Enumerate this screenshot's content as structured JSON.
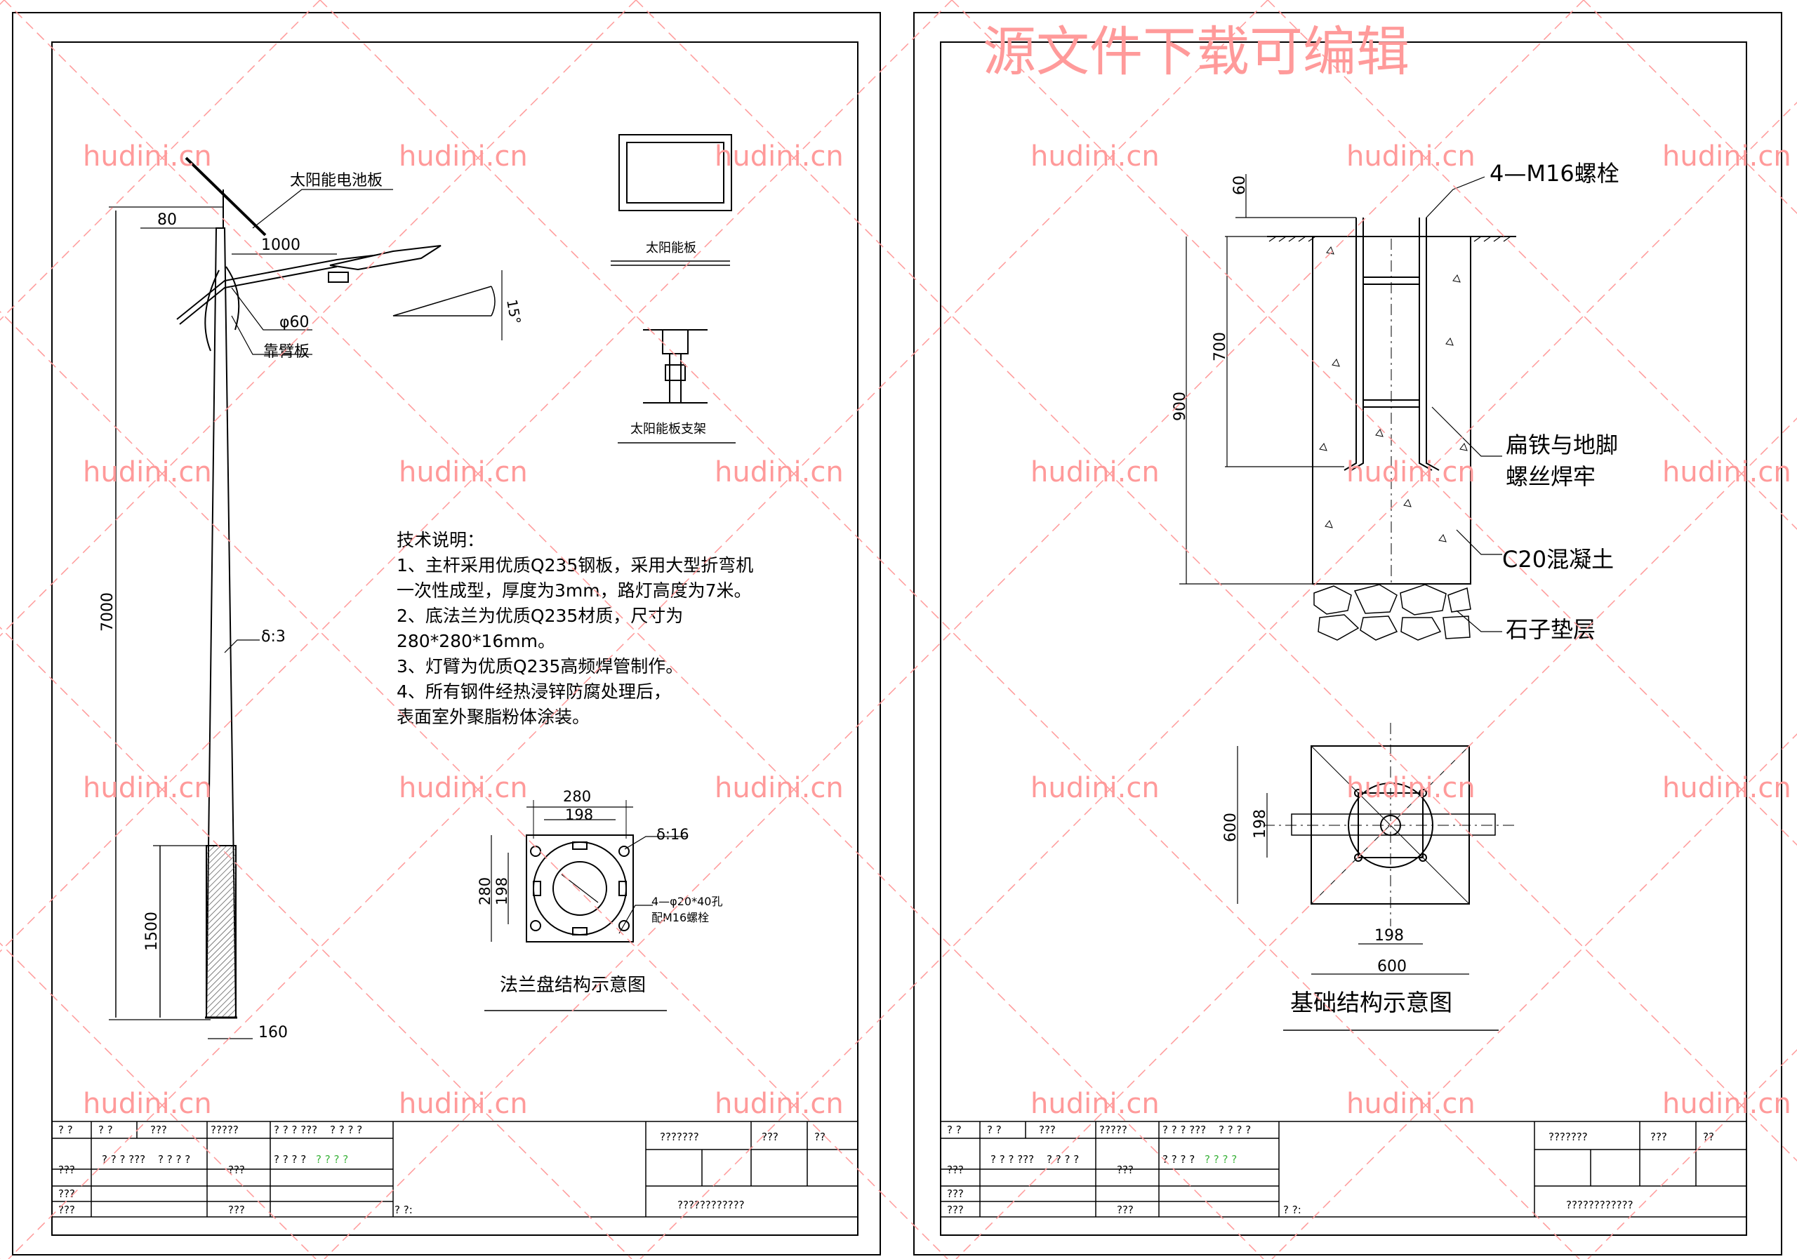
{
  "banner": "源文件下载可编辑",
  "watermark": "hudini.cn",
  "colors": {
    "watermark": "#ff9a9a",
    "line": "#000000",
    "hatch": "#555555",
    "tb_green": "#3bb33b"
  },
  "left_sheet": {
    "labels": {
      "solar_panel": "太阳能电池板",
      "dim_80": "80",
      "dim_1000": "1000",
      "dim_phi60": "φ60",
      "back_plate": "靠臂板",
      "dim_7000": "7000",
      "dim_delta3": "δ:3",
      "dim_1500": "1500",
      "dim_160": "160",
      "angle_15": "15°",
      "panel_caption": "太阳能板",
      "bracket_caption": "太阳能板支架"
    },
    "notes": [
      "技术说明：",
      "1、主杆采用优质Q235钢板，采用大型折弯机",
      "一次性成型，厚度为3mm，路灯高度为7米。",
      "2、底法兰为优质Q235材质，尺寸为",
      "280*280*16mm。",
      "3、灯臂为优质Q235高频焊管制作。",
      "4、所有钢件经热浸锌防腐处理后，",
      "表面室外聚脂粉体涂装。"
    ],
    "flange": {
      "dim_280_top": "280",
      "dim_198_top": "198",
      "dim_280_side": "280",
      "dim_198_side": "198",
      "dim_delta16": "δ:16",
      "hole_note_1": "4—φ20*40孔",
      "hole_note_2": "配M16螺栓",
      "caption": "法兰盘结构示意图"
    }
  },
  "right_sheet": {
    "labels": {
      "bolts": "4—M16螺栓",
      "dim_60": "60",
      "dim_700": "700",
      "dim_900": "900",
      "weld_1": "扁铁与地脚",
      "weld_2": "螺丝焊牢",
      "concrete": "C20混凝土",
      "gravel": "石子垫层"
    },
    "plan": {
      "dim_600_side": "600",
      "dim_198_side": "198",
      "dim_198_bottom": "198",
      "dim_600_bottom": "600",
      "caption": "基础结构示意图"
    }
  },
  "title_block": {
    "r1": [
      "? ?",
      "? ?",
      "???",
      "?????",
      "? ? ? ???",
      "? ? ? ?"
    ],
    "r1_right": [
      "???????",
      "???",
      "??"
    ],
    "r2": [
      "???",
      "? ? ? ???",
      "? ? ? ?",
      "???",
      "? ? ? ?",
      "? ? ? ?"
    ],
    "r3": [
      "???"
    ],
    "r4": [
      "???",
      "???",
      "? ?:"
    ],
    "r4_right": "????????????"
  }
}
